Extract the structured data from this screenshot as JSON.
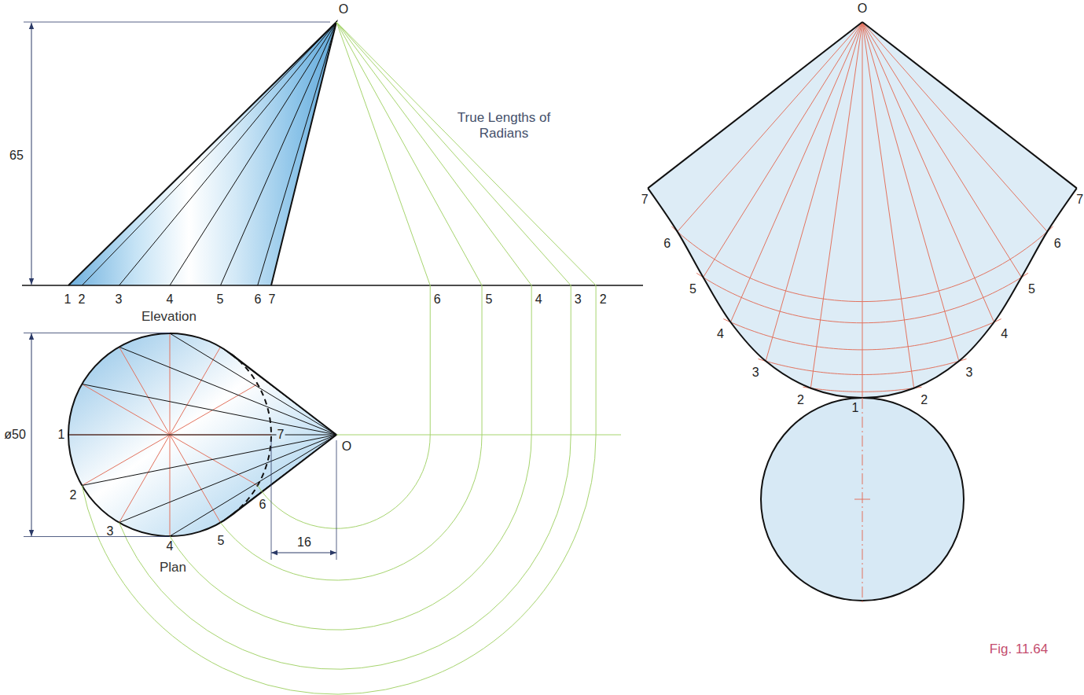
{
  "diagram": {
    "caption": "Fig. 11.64",
    "labels": [
      "O",
      "65",
      "True Lengths of Radians",
      "1",
      "2",
      "3",
      "4",
      "5",
      "6",
      "7",
      "6",
      "5",
      "4",
      "3",
      "2",
      "Elevation",
      "ø50",
      "1",
      "7",
      "O",
      "2",
      "6",
      "3",
      "4",
      "5",
      "16",
      "Plan",
      "O",
      "7",
      "7",
      "6",
      "6",
      "5",
      "5",
      "4",
      "4",
      "3",
      "3",
      "2",
      "2",
      "1"
    ]
  }
}
